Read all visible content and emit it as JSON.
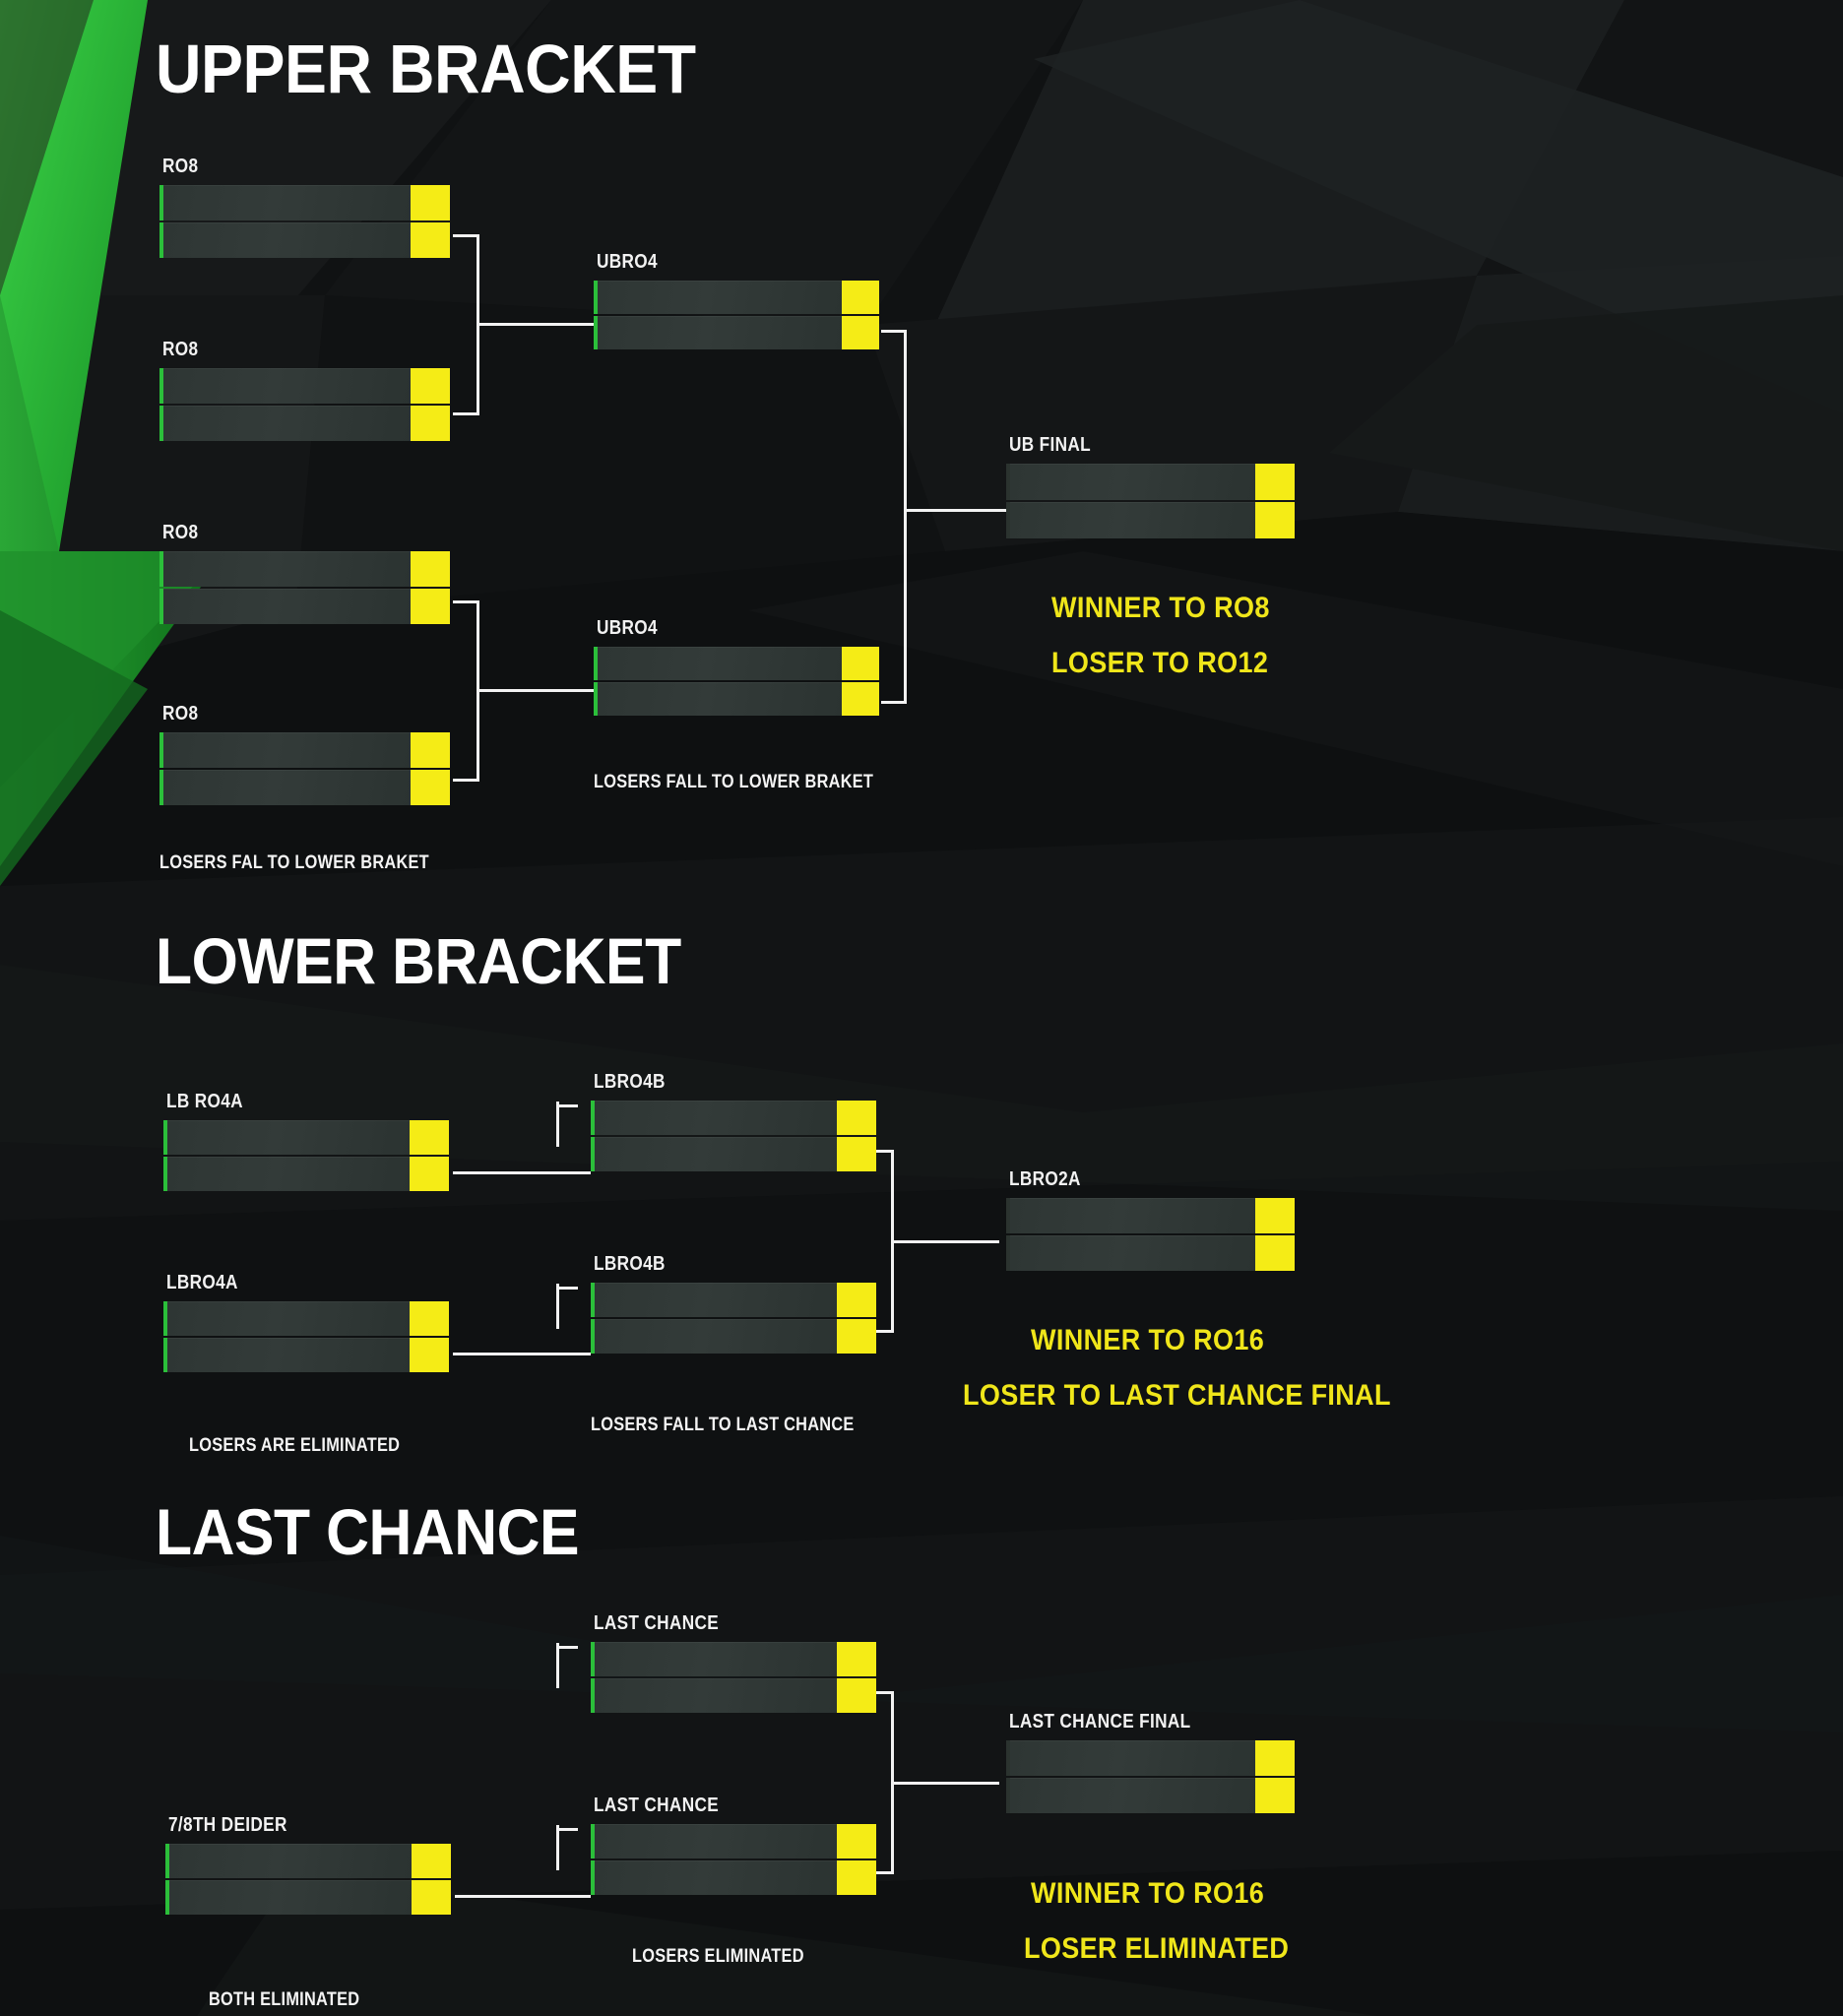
{
  "theme": {
    "background": "#111314",
    "accent_green": "#2bbf3a",
    "accent_yellow": "#f5ec16",
    "note_yellow": "#f0e61a",
    "text_white": "#f4f4f4",
    "slot_fill": "#2e3634"
  },
  "sections": [
    {
      "id": "upper",
      "title": "UPPER BRACKET"
    },
    {
      "id": "lower",
      "title": "LOWER BRACKET"
    },
    {
      "id": "lastchance",
      "title": "LAST CHANCE"
    }
  ],
  "upper_bracket": {
    "title": "UPPER BRACKET",
    "matches": [
      {
        "id": "ub-r08-1",
        "label": "RO8"
      },
      {
        "id": "ub-r08-2",
        "label": "RO8"
      },
      {
        "id": "ub-r08-3",
        "label": "RO8"
      },
      {
        "id": "ub-r08-4",
        "label": "RO8"
      },
      {
        "id": "ub-ubro4-1",
        "label": "UBRO4"
      },
      {
        "id": "ub-ubro4-2",
        "label": "UBRO4"
      },
      {
        "id": "ub-final",
        "label": "UB FINAL"
      }
    ],
    "captions": [
      {
        "id": "ub-cap-losers-fall",
        "text": "LOSERS FALL TO LOWER BRAKET"
      },
      {
        "id": "ub-cap-losers-fal",
        "text": "LOSERS FAL TO LOWER BRAKET"
      }
    ],
    "notes": [
      {
        "id": "ub-note-winner",
        "text": "WINNER TO RO8"
      },
      {
        "id": "ub-note-loser",
        "text": "LOSER TO RO12"
      }
    ]
  },
  "lower_bracket": {
    "title": "LOWER BRACKET",
    "matches": [
      {
        "id": "lb-ro4a-1",
        "label": "LB RO4A"
      },
      {
        "id": "lb-ro4a-2",
        "label": "LBRO4A"
      },
      {
        "id": "lb-ro4b-1",
        "label": "LBRO4B"
      },
      {
        "id": "lb-ro4b-2",
        "label": "LBRO4B"
      },
      {
        "id": "lb-ro2a",
        "label": "LBRO2A"
      }
    ],
    "captions": [
      {
        "id": "lb-cap-eliminated",
        "text": "LOSERS ARE ELIMINATED"
      },
      {
        "id": "lb-cap-last-chance",
        "text": "LOSERS FALL TO LAST CHANCE"
      }
    ],
    "notes": [
      {
        "id": "lb-note-winner",
        "text": "WINNER TO RO16"
      },
      {
        "id": "lb-note-loser",
        "text": "LOSER TO LAST CHANCE FINAL"
      }
    ]
  },
  "last_chance": {
    "title": "LAST CHANCE",
    "matches": [
      {
        "id": "lc-deider",
        "label": "7/8TH DEIDER"
      },
      {
        "id": "lc-1",
        "label": "LAST CHANCE"
      },
      {
        "id": "lc-2",
        "label": "LAST CHANCE"
      },
      {
        "id": "lc-final",
        "label": "LAST CHANCE FINAL"
      }
    ],
    "captions": [
      {
        "id": "lc-cap-both",
        "text": "BOTH ELIMINATED"
      },
      {
        "id": "lc-cap-losers",
        "text": "LOSERS ELIMINATED"
      }
    ],
    "notes": [
      {
        "id": "lc-note-winner",
        "text": "WINNER TO RO16"
      },
      {
        "id": "lc-note-loser",
        "text": "LOSER ELIMINATED"
      }
    ]
  }
}
